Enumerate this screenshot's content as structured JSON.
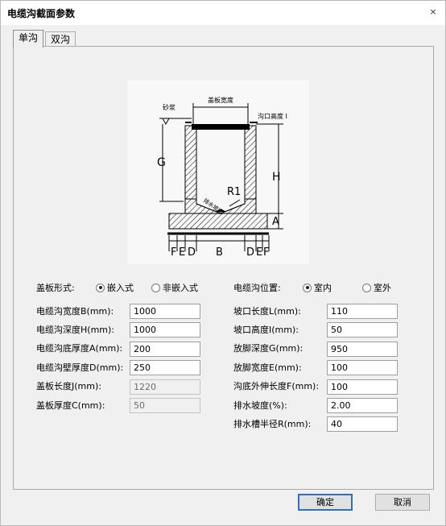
{
  "window": {
    "title": "电缆沟截面参数",
    "close_glyph": "×"
  },
  "tabs": [
    {
      "label": "单沟",
      "active": true
    },
    {
      "label": "双沟",
      "active": false
    }
  ],
  "diagram": {
    "labels": {
      "top_left": "砂浆",
      "top_center": "盖板宽度",
      "top_right": "沟口高度 I",
      "G": "G",
      "H": "H",
      "A": "A",
      "R1": "R1",
      "slope": "排水坡度",
      "bottom": [
        "F",
        "E",
        "D",
        "B",
        "D",
        "E",
        "F"
      ]
    }
  },
  "left": {
    "cover_form": {
      "label": "盖板形式:",
      "options": [
        "嵌入式",
        "非嵌入式"
      ],
      "selected": 0
    },
    "fields": [
      {
        "label": "电缆沟宽度B(mm):",
        "value": "1000",
        "disabled": false
      },
      {
        "label": "电缆沟深度H(mm):",
        "value": "1000",
        "disabled": false
      },
      {
        "label": "电缆沟底厚度A(mm):",
        "value": "200",
        "disabled": false
      },
      {
        "label": "电缆沟壁厚度D(mm):",
        "value": "250",
        "disabled": false
      },
      {
        "label": "盖板长度J(mm):",
        "value": "1220",
        "disabled": true
      },
      {
        "label": "盖板厚度C(mm):",
        "value": "50",
        "disabled": true
      }
    ]
  },
  "right": {
    "position": {
      "label": "电缆沟位置:",
      "options": [
        "室内",
        "室外"
      ],
      "selected": 0
    },
    "fields": [
      {
        "label": "坡口长度L(mm):",
        "value": "110"
      },
      {
        "label": "坡口高度I(mm):",
        "value": "50"
      },
      {
        "label": "放脚深度G(mm):",
        "value": "950"
      },
      {
        "label": "放脚宽度E(mm):",
        "value": "100"
      },
      {
        "label": "沟底外伸长度F(mm):",
        "value": "100"
      },
      {
        "label": "排水坡度(%):",
        "value": "2.00"
      },
      {
        "label": "排水槽半径R(mm):",
        "value": "40"
      }
    ]
  },
  "buttons": {
    "ok": "确定",
    "cancel": "取消"
  }
}
